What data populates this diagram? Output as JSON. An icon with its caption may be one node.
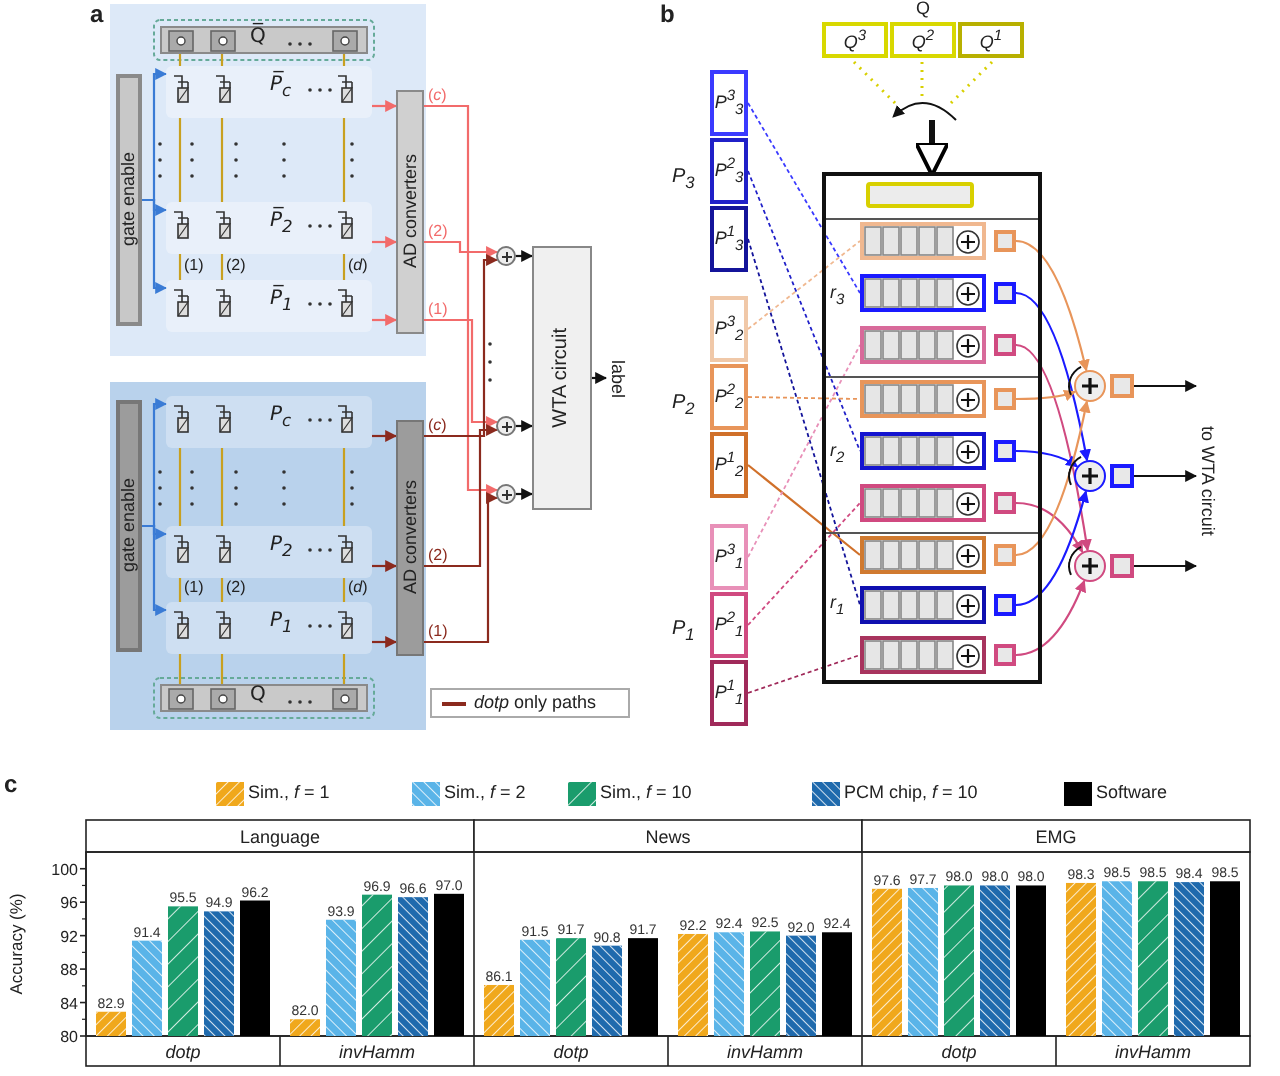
{
  "diagram": {
    "nodes": [
      {
        "text": [
          "Q̅"
        ]
      },
      {
        "text": [
          "gate enable"
        ]
      },
      {
        "text": [
          "P̅$_{c}$"
        ]
      },
      {
        "text": [
          "P̅$_{2}$"
        ]
      },
      {
        "text": [
          "P̅$_{1}$"
        ]
      },
      {
        "text": [
          "AD converters"
        ]
      },
      {
        "text": [],
        "shape": "circle"
      },
      {
        "text": [],
        "shape": "circle"
      },
      {
        "text": [],
        "shape": "circle"
      },
      {
        "text": [
          "WTA circuit"
        ]
      },
      {
        "text": [
          "label"
        ]
      },
      {
        "text": [
          "gate enable"
        ]
      },
      {
        "text": [
          "P$_{c}$"
        ]
      },
      {
        "text": [
          "P$_{2}$"
        ]
      },
      {
        "text": [
          "P$_{1}$"
        ]
      },
      {
        "text": [
          "AD converters"
        ]
      },
      {
        "text": [
          "Q"
        ]
      },
      {
        "text": [
          "Q$^{3}$"
        ]
      },
      {
        "text": [
          "Q$^{2}$"
        ]
      },
      {
        "text": [
          "Q$^{1}$"
        ]
      },
      {
        "text": [
          "P$^{3}$$_{3}$"
        ]
      },
      {
        "text": [
          "P$^{2}$$_{3}$"
        ]
      },
      {
        "text": [
          "P$^{1}$$_{3}$"
        ]
      },
      {
        "text": [
          "P$^{3}$$_{2}$"
        ]
      },
      {
        "text": [
          "P$^{2}$$_{2}$"
        ]
      },
      {
        "text": [
          "P$^{1}$$_{2}$"
        ]
      },
      {
        "text": [
          "P$^{3}$$_{1}$"
        ]
      },
      {
        "text": [
          "P$^{2}$$_{1}$"
        ]
      },
      {
        "text": [
          "P$^{1}$$_{1}$"
        ]
      },
      {
        "text": [],
        "shape": "box"
      },
      {
        "text": [],
        "shape": "box",
        "in": 29
      },
      {
        "text": [],
        "shape": "box",
        "in": 29
      },
      {
        "text": [],
        "shape": "box",
        "in": 29
      },
      {
        "text": [],
        "shape": "box",
        "in": 29
      },
      {
        "text": [],
        "shape": "box",
        "in": 29
      },
      {
        "text": [],
        "shape": "box",
        "in": 29
      },
      {
        "text": [],
        "shape": "box",
        "in": 29
      },
      {
        "text": [],
        "shape": "box",
        "in": 29
      },
      {
        "text": [],
        "shape": "box",
        "in": 29
      },
      {
        "text": [],
        "shape": "box",
        "in": 29
      },
      {
        "text": [],
        "shape": "box",
        "in": 29
      },
      {
        "text": [],
        "shape": "box",
        "in": 29
      },
      {
        "text": [],
        "shape": "box",
        "in": 29
      },
      {
        "text": [],
        "shape": "box",
        "in": 29
      },
      {
        "text": [],
        "shape": "box",
        "in": 29
      },
      {
        "text": [],
        "shape": "box",
        "in": 29
      },
      {
        "text": [],
        "shape": "box",
        "in": 29
      },
      {
        "text": [],
        "shape": "box",
        "in": 29
      },
      {
        "text": [],
        "shape": "box",
        "in": 29
      },
      {
        "text": [],
        "shape": "circle"
      },
      {
        "text": [],
        "shape": "circle"
      },
      {
        "text": [],
        "shape": "circle"
      },
      {
        "text": [],
        "shape": "box"
      },
      {
        "text": [],
        "shape": "box"
      },
      {
        "text": [],
        "shape": "box"
      },
      {
        "text": [
          "to WTA circuit"
        ]
      }
    ],
    "edges": [
      {
        "from": 1,
        "to": 2,
        "arrow": "to",
        "color": "#3a7bd5"
      },
      {
        "from": 1,
        "to": 3,
        "arrow": "to",
        "color": "#3a7bd5"
      },
      {
        "from": 1,
        "to": 4,
        "arrow": "to",
        "color": "#3a7bd5"
      },
      {
        "from": 11,
        "to": 12,
        "arrow": "to",
        "color": "#3a7bd5"
      },
      {
        "from": 11,
        "to": 13,
        "arrow": "to",
        "color": "#3a7bd5"
      },
      {
        "from": 11,
        "to": 14,
        "arrow": "to",
        "color": "#3a7bd5"
      },
      {
        "from": 2,
        "to": 5,
        "arrow": "to",
        "color": "#f26b6b"
      },
      {
        "from": 3,
        "to": 5,
        "arrow": "to",
        "color": "#f26b6b"
      },
      {
        "from": 4,
        "to": 5,
        "arrow": "to",
        "color": "#f26b6b"
      },
      {
        "from": 12,
        "to": 15,
        "arrow": "to",
        "color": "#8b2a1e"
      },
      {
        "from": 13,
        "to": 15,
        "arrow": "to",
        "color": "#8b2a1e"
      },
      {
        "from": 14,
        "to": 15,
        "arrow": "to",
        "color": "#8b2a1e"
      },
      {
        "from": 5,
        "to": 8,
        "arrow": "to",
        "label": "(*c*)",
        "color": "#f26b6b"
      },
      {
        "from": 5,
        "to": 6,
        "arrow": "to",
        "label": "(2)",
        "color": "#f26b6b"
      },
      {
        "from": 5,
        "to": 7,
        "arrow": "to",
        "label": "(1)",
        "color": "#f26b6b"
      },
      {
        "from": 15,
        "to": 6,
        "arrow": "to",
        "label": "(*c*)",
        "color": "#8b2a1e"
      },
      {
        "from": 15,
        "to": 7,
        "arrow": "to",
        "label": "(2)",
        "color": "#8b2a1e"
      },
      {
        "from": 15,
        "to": 8,
        "arrow": "to",
        "label": "(1)",
        "color": "#8b2a1e"
      },
      {
        "from": 6,
        "to": 9,
        "arrow": "to",
        "color": "#111111"
      },
      {
        "from": 7,
        "to": 9,
        "arrow": "to",
        "color": "#111111"
      },
      {
        "from": 8,
        "to": 9,
        "arrow": "to",
        "color": "#111111"
      },
      {
        "from": 9,
        "to": 10,
        "arrow": "to",
        "color": "#111111"
      },
      {
        "from": null,
        "to": 29,
        "arrow": "to",
        "style": "thick",
        "color": "#111111"
      },
      {
        "from": 20,
        "to": 32,
        "arrow": "none",
        "style": "dashed",
        "color": "#3a3aff"
      },
      {
        "from": 21,
        "to": 35,
        "arrow": "none",
        "style": "dashed",
        "color": "#2020c8"
      },
      {
        "from": 22,
        "to": 38,
        "arrow": "none",
        "style": "dashed",
        "color": "#14149a"
      },
      {
        "from": 23,
        "to": 31,
        "arrow": "none",
        "style": "dashed",
        "color": "#f0b890"
      },
      {
        "from": 24,
        "to": 34,
        "arrow": "none",
        "style": "dashed",
        "color": "#e8955a"
      },
      {
        "from": 25,
        "to": 37,
        "arrow": "none",
        "color": "#d0702a"
      },
      {
        "from": 26,
        "to": 33,
        "arrow": "none",
        "style": "dashed",
        "color": "#e890b8"
      },
      {
        "from": 27,
        "to": 36,
        "arrow": "none",
        "style": "dashed",
        "color": "#d04a80"
      },
      {
        "from": 28,
        "to": 39,
        "arrow": "none",
        "style": "dashed",
        "color": "#a02a5a"
      },
      {
        "from": 40,
        "to": 49,
        "arrow": "to",
        "color": "#e8955a"
      },
      {
        "from": 41,
        "to": 50,
        "arrow": "to",
        "color": "#1a1aff"
      },
      {
        "from": 42,
        "to": 51,
        "arrow": "to",
        "color": "#d04a80"
      },
      {
        "from": 43,
        "to": 49,
        "arrow": "to",
        "color": "#e8955a"
      },
      {
        "from": 44,
        "to": 50,
        "arrow": "to",
        "color": "#1a1aff"
      },
      {
        "from": 45,
        "to": 51,
        "arrow": "to",
        "color": "#d04a80"
      },
      {
        "from": 46,
        "to": 49,
        "arrow": "to",
        "color": "#e8955a"
      },
      {
        "from": 47,
        "to": 50,
        "arrow": "to",
        "color": "#1a1aff"
      },
      {
        "from": 48,
        "to": 51,
        "arrow": "to",
        "color": "#d04a80"
      },
      {
        "from": 52,
        "to": 55,
        "arrow": "to",
        "color": "#111111"
      },
      {
        "from": 53,
        "to": 55,
        "arrow": "to",
        "color": "#111111"
      },
      {
        "from": 54,
        "to": 55,
        "arrow": "to",
        "color": "#111111"
      },
      {
        "from": 0,
        "to": 2,
        "arrow": "none",
        "color": "#c8a020"
      },
      {
        "from": 0,
        "to": 2,
        "arrow": "none",
        "color": "#c8a020"
      },
      {
        "from": 0,
        "to": 2,
        "arrow": "none",
        "color": "#c8a020"
      },
      {
        "from": 2,
        "to": 3,
        "arrow": "none",
        "color": "#c8a020"
      },
      {
        "from": 2,
        "to": 3,
        "arrow": "none",
        "color": "#c8a020"
      },
      {
        "from": 2,
        "to": 3,
        "arrow": "none",
        "color": "#c8a020"
      },
      {
        "from": 3,
        "to": 4,
        "arrow": "none",
        "color": "#c8a020"
      },
      {
        "from": 3,
        "to": 4,
        "arrow": "none",
        "color": "#c8a020"
      },
      {
        "from": 3,
        "to": 4,
        "arrow": "none",
        "color": "#c8a020"
      },
      {
        "from": 16,
        "to": 14,
        "arrow": "none",
        "color": "#c8a020"
      },
      {
        "from": 16,
        "to": 14,
        "arrow": "none",
        "color": "#c8a020"
      },
      {
        "from": 16,
        "to": 14,
        "arrow": "none",
        "color": "#c8a020"
      },
      {
        "from": 14,
        "to": 13,
        "arrow": "none",
        "color": "#c8a020"
      },
      {
        "from": 14,
        "to": 13,
        "arrow": "none",
        "color": "#c8a020"
      },
      {
        "from": 14,
        "to": 13,
        "arrow": "none",
        "color": "#c8a020"
      },
      {
        "from": 13,
        "to": 12,
        "arrow": "none",
        "color": "#c8a020"
      },
      {
        "from": 13,
        "to": 12,
        "arrow": "none",
        "color": "#c8a020"
      },
      {
        "from": 13,
        "to": 12,
        "arrow": "none",
        "color": "#c8a020"
      }
    ],
    "labels": [
      "a",
      "b",
      "c",
      "(1)",
      "(2)",
      "(*d*)",
      "(1)",
      "(2)",
      "(*d*)",
      "Q",
      "P$_{3}$",
      "P$_{2}$",
      "P$_{1}$",
      "r$_{3}$",
      "r$_{2}$",
      "r$_{1}$",
      "Language",
      "News",
      "EMG"
    ],
    "legend": [
      {
        "text": "*dotp* only paths"
      }
    ],
    "chart_data": {
      "type": "bar",
      "ylabel": "Accuracy (%)",
      "categories": [
        "dotp",
        "invHamm",
        "dotp",
        "invHamm",
        "dotp",
        "invHamm"
      ],
      "series": [
        {
          "name": "Sim., *f* = 1",
          "color": "#f0a81c",
          "values": [
            82.9,
            82.0,
            86.1,
            92.2,
            97.6,
            98.3
          ]
        },
        {
          "name": "Sim., *f* = 2",
          "color": "#5ab4e8",
          "values": [
            91.4,
            93.9,
            91.5,
            92.4,
            97.7,
            98.5
          ]
        },
        {
          "name": "Sim., *f* = 10",
          "color": "#1a9c6c",
          "values": [
            95.5,
            96.9,
            91.7,
            92.5,
            98.0,
            98.5
          ]
        },
        {
          "name": "PCM chip, *f* = 10",
          "color": "#1f6aad",
          "values": [
            94.9,
            96.6,
            90.8,
            92.0,
            98.0,
            98.4
          ]
        },
        {
          "name": "Software",
          "color": "#000000",
          "values": [
            96.2,
            97.0,
            91.7,
            92.4,
            98.0,
            98.5
          ]
        }
      ],
      "ylim": [
        80,
        102
      ],
      "yticks": [
        80,
        84,
        88,
        92,
        96,
        100
      ],
      "legend": "top",
      "value_labels": [
        [
          "82.9",
          "82.0",
          "86.1",
          "92.2",
          "97.6",
          "98.3"
        ],
        [
          "91.4",
          "93.9",
          "91.5",
          "92.4",
          "97.7",
          "98.5"
        ],
        [
          "95.5",
          "96.9",
          "91.7",
          "92.5",
          "98.0",
          "98.5"
        ],
        [
          "94.9",
          "96.6",
          "90.8",
          "92.0",
          "98.0",
          "98.4"
        ],
        [
          "96.2",
          "97.0",
          "91.7",
          "92.4",
          "98.0",
          "98.5"
        ]
      ]
    }
  }
}
